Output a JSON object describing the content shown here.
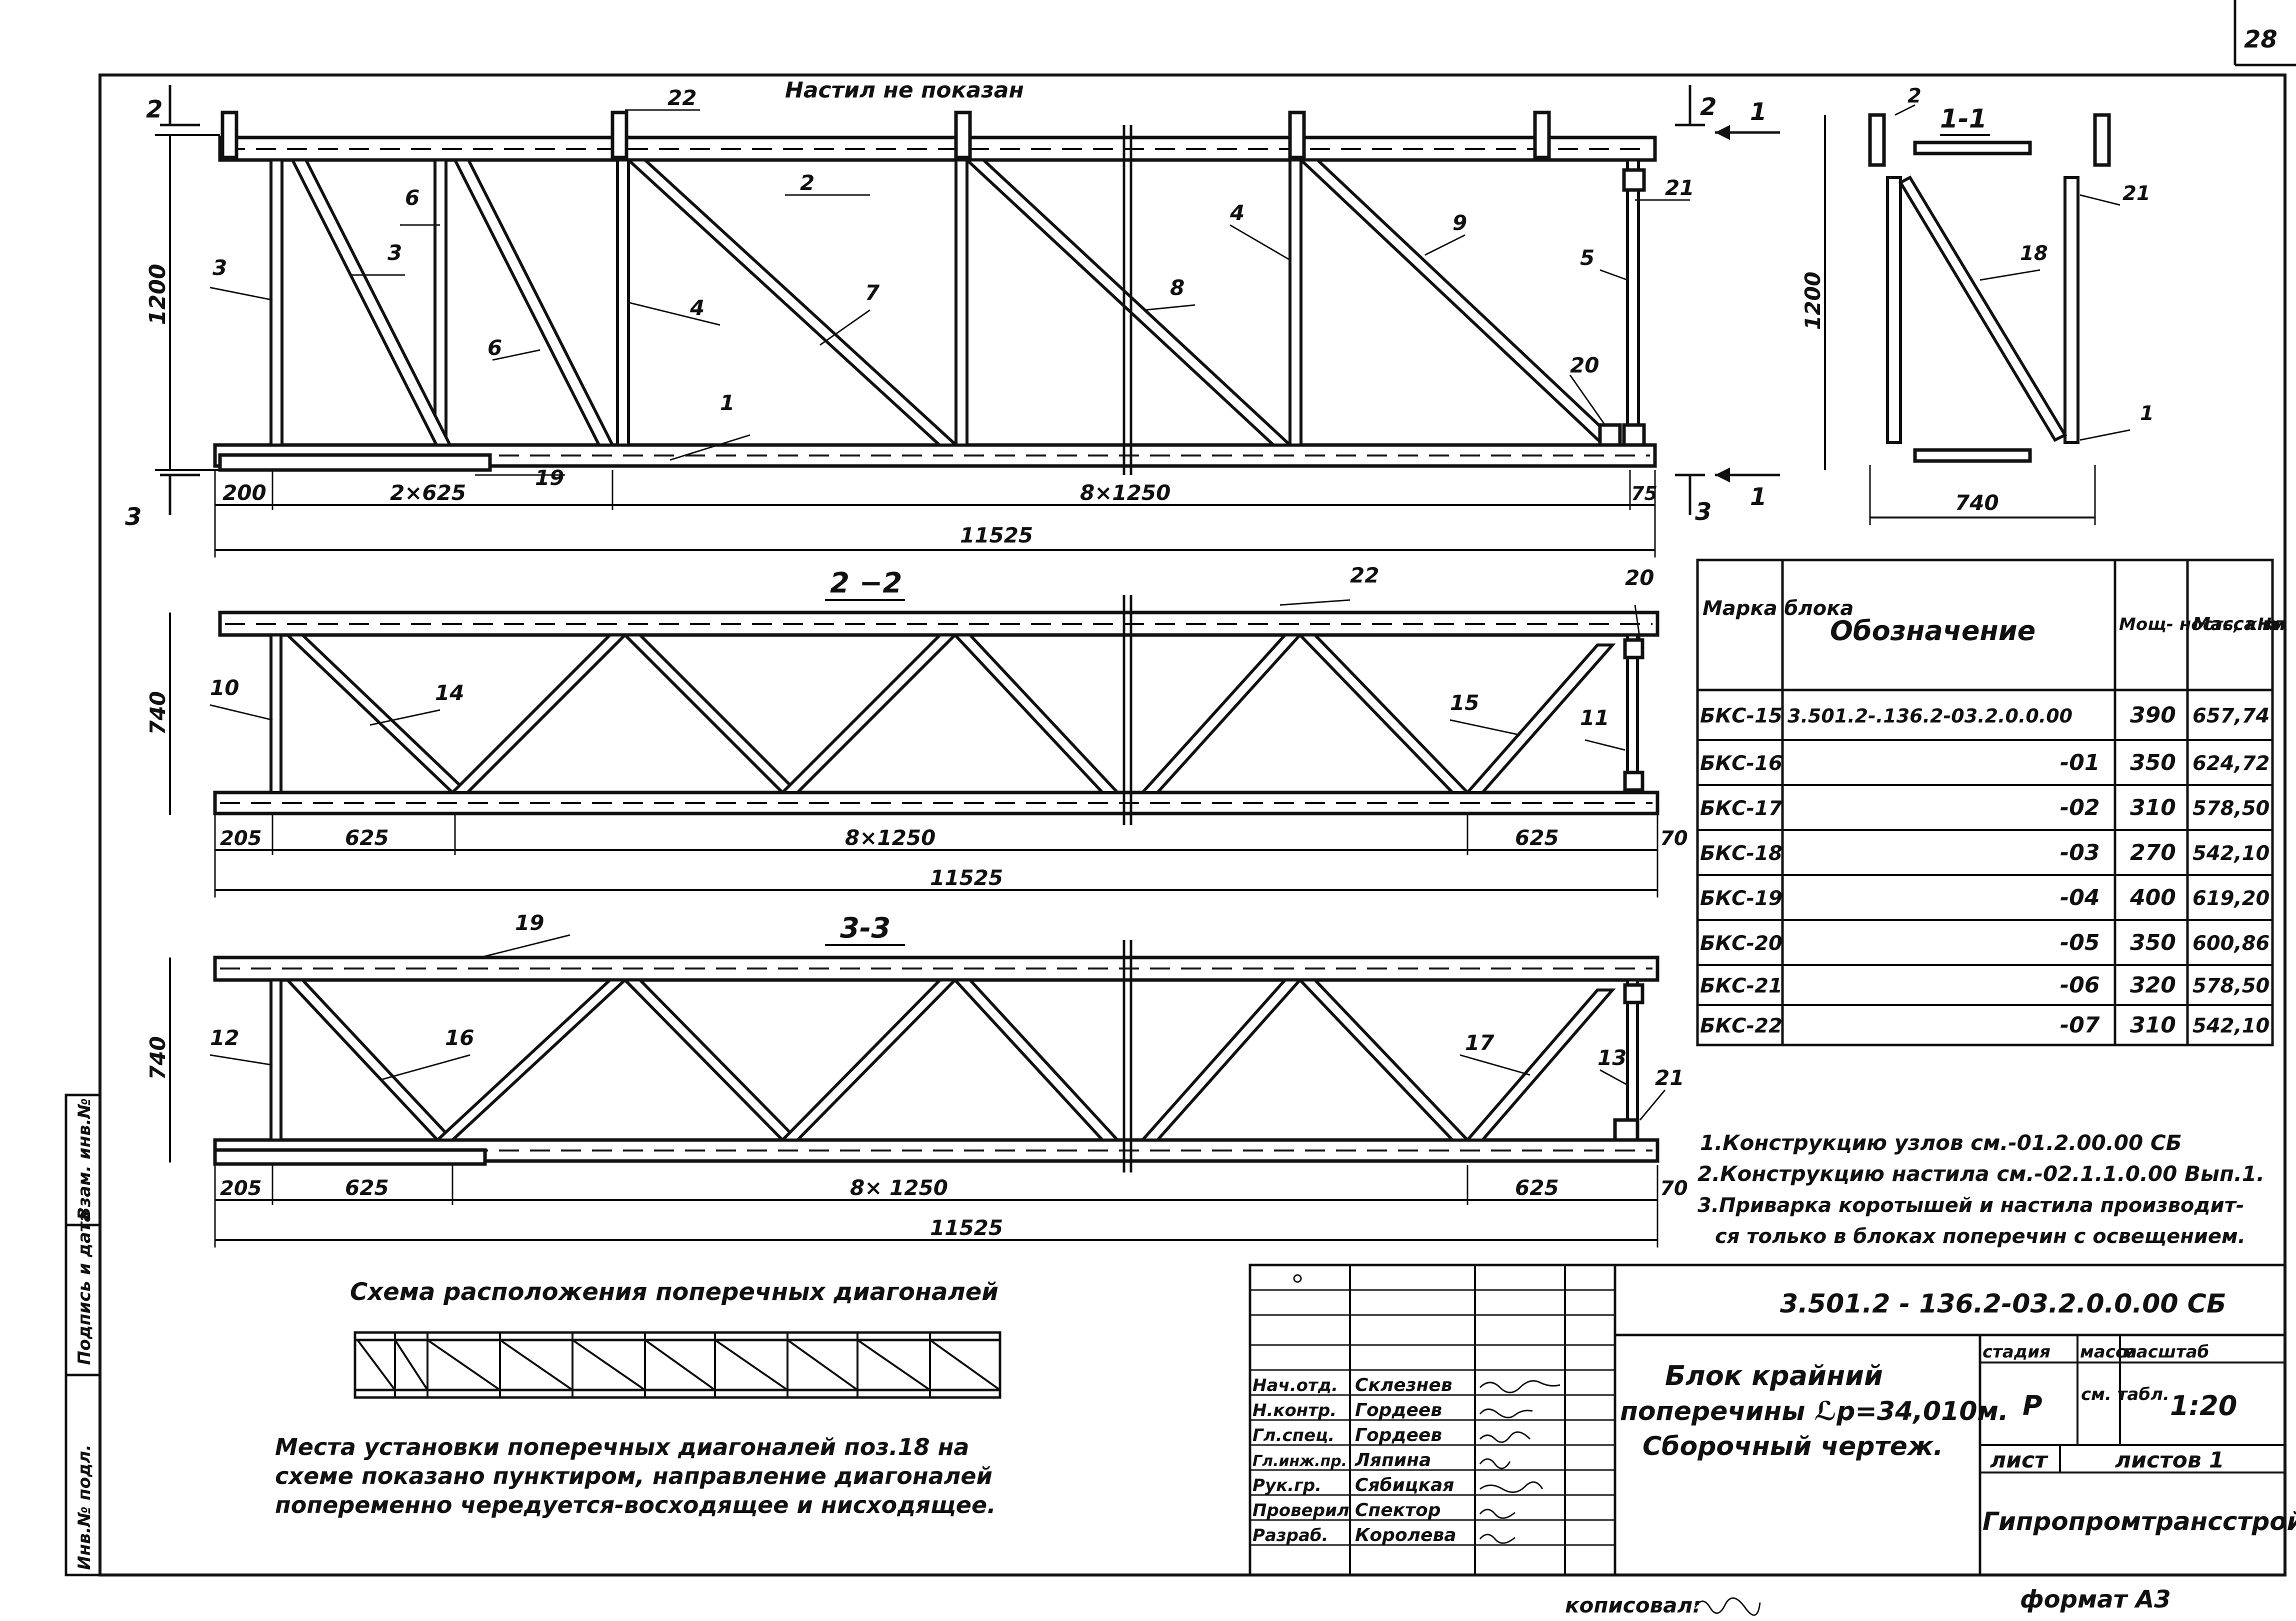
{
  "sheet_number": "28",
  "top_note": "Настил не показан",
  "section_labels": {
    "s11": "1-1",
    "s22": "2 −2",
    "s33": "3-3"
  },
  "cut_marks": {
    "c1": "1",
    "c2": "2",
    "c3": "3"
  },
  "elevation": {
    "height": "1200",
    "dims": [
      "200",
      "2×625",
      "8×1250",
      "75",
      "11525"
    ],
    "parts": [
      "22",
      "2",
      "3",
      "3",
      "6",
      "6",
      "4",
      "7",
      "8",
      "4",
      "9",
      "5",
      "21",
      "20",
      "1",
      "19"
    ]
  },
  "section_1_1": {
    "height": "1200",
    "width": "740",
    "parts": [
      "2",
      "21",
      "18",
      "1"
    ]
  },
  "section_2_2": {
    "height": "740",
    "dims": [
      "205",
      "625",
      "8×1250",
      "625",
      "70",
      "11525"
    ],
    "parts": [
      "22",
      "20",
      "10",
      "14",
      "15",
      "11"
    ]
  },
  "section_3_3": {
    "height": "740",
    "dims": [
      "205",
      "625",
      "8× 1250",
      "625",
      "70",
      "11525"
    ],
    "parts": [
      "19",
      "12",
      "16",
      "17",
      "13",
      "21"
    ]
  },
  "table": {
    "headers": [
      "Марка блока",
      "Обозначение",
      "Мощ- ность, кНм",
      "Масса кг"
    ],
    "rows": [
      [
        "БКС-15",
        "3.501.2-.136.2-03.2.0.0.00",
        "390",
        "657,74"
      ],
      [
        "БКС-16",
        "-01",
        "350",
        "624,72"
      ],
      [
        "БКС-17",
        "-02",
        "310",
        "578,50"
      ],
      [
        "БКС-18",
        "-03",
        "270",
        "542,10"
      ],
      [
        "БКС-19",
        "-04",
        "400",
        "619,20"
      ],
      [
        "БКС-20",
        "-05",
        "350",
        "600,86"
      ],
      [
        "БКС-21",
        "-06",
        "320",
        "578,50"
      ],
      [
        "БКС-22",
        "-07",
        "310",
        "542,10"
      ]
    ]
  },
  "notes": [
    "1.Конструкцию узлов см.-01.2.00.00 СБ",
    "2.Конструкцию настила см.-02.1.1.0.00 Вып.1.",
    "3.Приварка коротышей и настила производит-",
    "ся только в блоках поперечин с освещением."
  ],
  "scheme": {
    "title": "Схема расположения поперечных диагоналей",
    "caption": [
      "Места установки поперечных диагоналей поз.18 на",
      "схеме показано пунктиром, направление диагоналей",
      "попеременно чередуется-восходящее и нисходящее."
    ]
  },
  "title_block": {
    "doc_code": "3.501.2 - 136.2-03.2.0.0.00 СБ",
    "title_lines": [
      "Блок крайний",
      "поперечины ℒр=34,010м.",
      "Сборочный чертеж."
    ],
    "col_headers": [
      "стадия",
      "масса",
      "масштаб"
    ],
    "stage": "Р",
    "mass": "см. табл.",
    "scale": "1:20",
    "sheet_label": "лист",
    "sheets_label": "листов 1",
    "organization": "Гипропромтрансстрой",
    "roles": [
      "Нач.отд.",
      "Н.контр.",
      "Гл.спец.",
      "Гл.инж.пр.",
      "Рук.гр.",
      "Проверил",
      "Разраб."
    ],
    "names": [
      "Склезнев",
      "Гордеев",
      "Гордеев",
      "Ляпина",
      "Сябицкая",
      "Спектор",
      "Королева"
    ]
  },
  "side_stamp": [
    "Инв.№ подл.",
    "Подпись и дата",
    "Взам. инв.№"
  ],
  "bottom_left": "кописовал:",
  "format_label": "формат А3"
}
